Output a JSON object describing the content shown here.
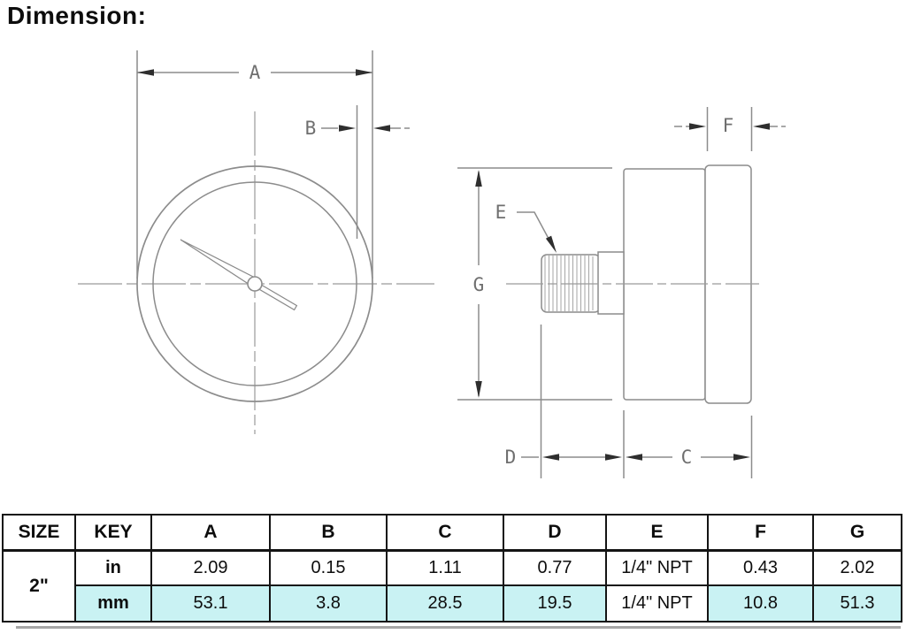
{
  "title": "Dimension:",
  "drawing": {
    "dim_labels": {
      "A": "A",
      "B": "B",
      "C": "C",
      "D": "D",
      "E": "E",
      "F": "F",
      "G": "G"
    },
    "colors": {
      "line": "#8c8c8c",
      "centerline": "#9a9a9a",
      "arrow": "#2e2e2e",
      "label": "#6f6f6f"
    }
  },
  "table": {
    "headers": [
      "SIZE",
      "KEY",
      "A",
      "B",
      "C",
      "D",
      "E",
      "F",
      "G"
    ],
    "size_label": "2\"",
    "rows": [
      {
        "key": "in",
        "values": [
          "2.09",
          "0.15",
          "1.11",
          "0.77",
          "1/4\" NPT",
          "0.43",
          "2.02"
        ]
      },
      {
        "key": "mm",
        "values": [
          "53.1",
          "3.8",
          "28.5",
          "19.5",
          "1/4\" NPT",
          "10.8",
          "51.3"
        ]
      }
    ],
    "colors": {
      "highlight": "#c9f2f3",
      "border": "#141414"
    }
  }
}
